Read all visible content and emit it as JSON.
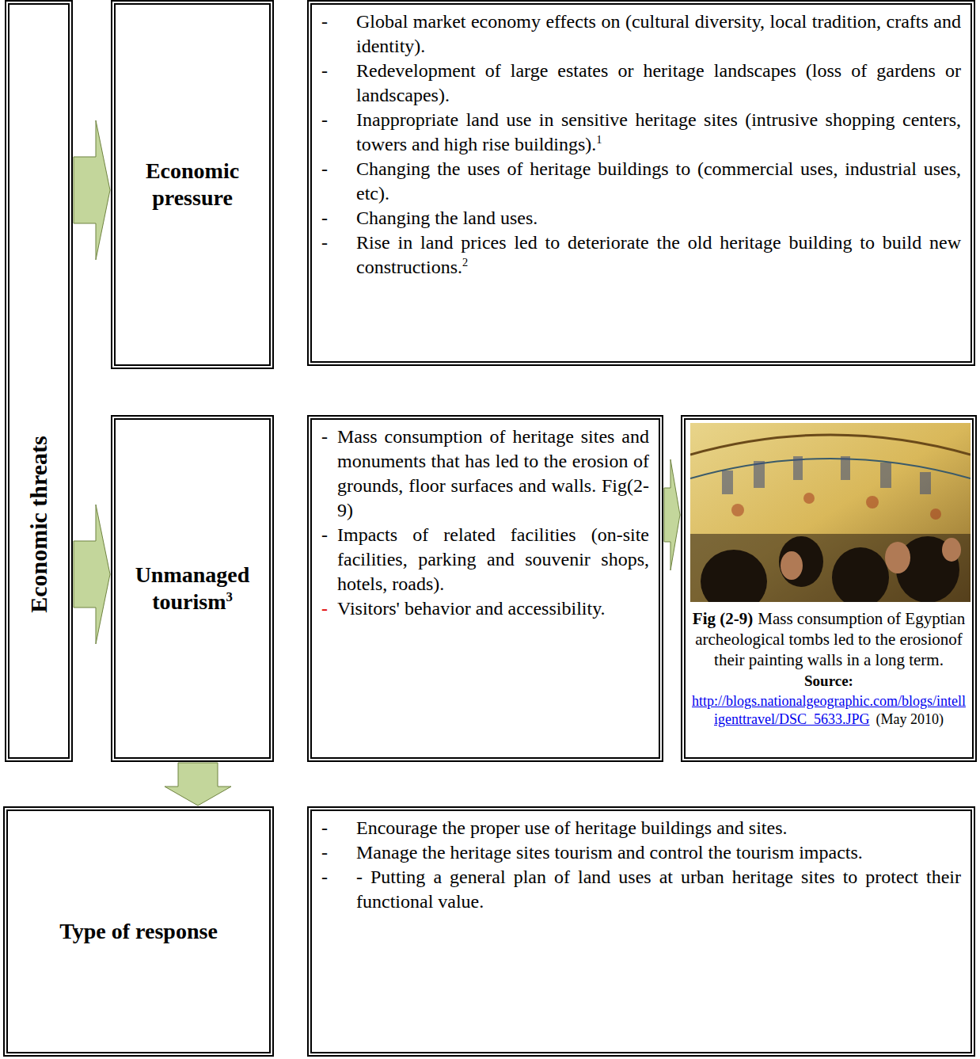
{
  "diagram": {
    "nodes": [
      {
        "text": [
          "Economic threats"
        ]
      },
      {
        "text": [
          "Economic pressure"
        ]
      },
      {
        "text": [
          "-",
          "Global market economy effects on (cultural diversity, local tradition, crafts and identity).",
          "-",
          "Redevelopment of large estates or heritage landscapes (loss of gardens or landscapes).",
          "-",
          "Inappropriate land use in sensitive heritage sites (intrusive shopping centers, towers and high rise buildings).",
          "1",
          "-",
          "Changing the uses of heritage buildings to (commercial uses, industrial uses, etc).",
          "-",
          "Changing the land uses.",
          "-",
          "Rise in land prices led to deteriorate the old heritage building to build new constructions.",
          "2"
        ]
      },
      {
        "text": [
          "Unmanaged tourism",
          "3"
        ]
      },
      {
        "text": [
          "-",
          "Mass consumption of heritage sites and monuments that has led to the erosion of grounds, floor surfaces and walls. Fig(2-9)",
          "-",
          "Impacts of related facilities (on-site facilities, parking and souvenir shops, hotels, roads).",
          "-",
          "Visitors' behavior and accessibility."
        ]
      },
      {
        "text": [
          "Fig (2-9)",
          "Mass consumption of Egyptian archeological tombs led to the erosionof their painting walls in a long term.",
          "Source:",
          "http://blogs.nationalgeographic.com/blogs/intelligenttravel/DSC_5633.JPG",
          "(May 2010)"
        ]
      },
      {
        "text": [
          "Type of response"
        ]
      },
      {
        "text": [
          "-",
          "Encourage the proper use of heritage buildings and sites.",
          "-",
          "Manage the heritage sites tourism and control the tourism impacts.",
          "-",
          "- Putting a general plan of land uses at urban heritage sites to protect their functional value."
        ]
      }
    ],
    "edges": [
      {
        "from": 0,
        "to": 1,
        "arrow": "to"
      },
      {
        "from": 0,
        "to": 3,
        "arrow": "to"
      },
      {
        "from": 4,
        "to": 5,
        "arrow": "to"
      },
      {
        "from": 3,
        "to": 6,
        "arrow": "to"
      }
    ]
  }
}
